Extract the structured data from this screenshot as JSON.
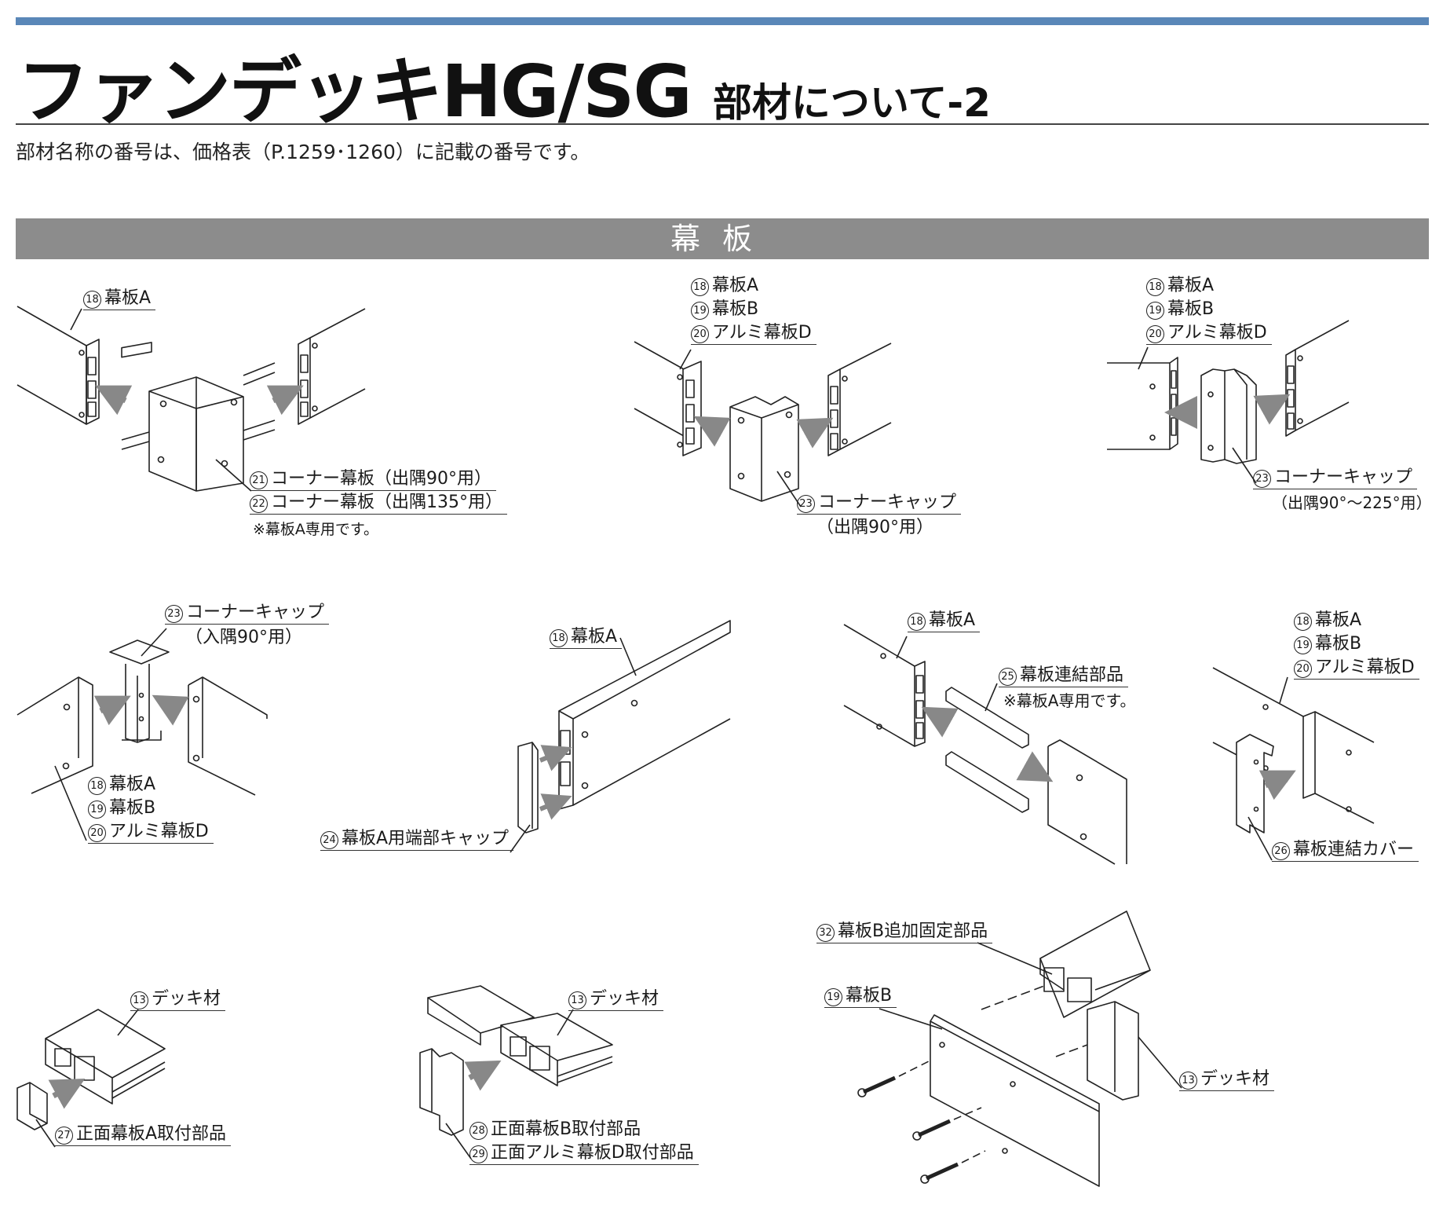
{
  "header": {
    "title_main": "ファンデッキHG/SG",
    "title_sub": "部材について-2",
    "note": "部材名称の番号は、価格表（P.1259･1260）に記載の番号です。",
    "section": "幕板"
  },
  "labels": [
    {
      "id": "l1",
      "num": "18",
      "text": "幕板A"
    },
    {
      "id": "l2",
      "num": "21",
      "text": "コーナー幕板（出隅90°用）"
    },
    {
      "id": "l3",
      "num": "22",
      "text": "コーナー幕板（出隅135°用）"
    },
    {
      "id": "l4",
      "num": "",
      "text": "※幕板A専用です。"
    },
    {
      "id": "l5",
      "num": "18",
      "text": "幕板A"
    },
    {
      "id": "l6",
      "num": "19",
      "text": "幕板B"
    },
    {
      "id": "l7",
      "num": "20",
      "text": "アルミ幕板D"
    },
    {
      "id": "l8",
      "num": "23",
      "text": "コーナーキャップ"
    },
    {
      "id": "l9",
      "num": "",
      "text": "（出隅90°用）"
    },
    {
      "id": "l10",
      "num": "18",
      "text": "幕板A"
    },
    {
      "id": "l11",
      "num": "19",
      "text": "幕板B"
    },
    {
      "id": "l12",
      "num": "20",
      "text": "アルミ幕板D"
    },
    {
      "id": "l13",
      "num": "23",
      "text": "コーナーキャップ"
    },
    {
      "id": "l14",
      "num": "",
      "text": "（出隅90°～225°用）"
    },
    {
      "id": "l15",
      "num": "23",
      "text": "コーナーキャップ"
    },
    {
      "id": "l16",
      "num": "",
      "text": "（入隅90°用）"
    },
    {
      "id": "l17",
      "num": "18",
      "text": "幕板A"
    },
    {
      "id": "l18",
      "num": "19",
      "text": "幕板B"
    },
    {
      "id": "l19",
      "num": "20",
      "text": "アルミ幕板D"
    },
    {
      "id": "l20",
      "num": "18",
      "text": "幕板A"
    },
    {
      "id": "l21",
      "num": "24",
      "text": "幕板A用端部キャップ"
    },
    {
      "id": "l22",
      "num": "18",
      "text": "幕板A"
    },
    {
      "id": "l23",
      "num": "25",
      "text": "幕板連結部品"
    },
    {
      "id": "l24",
      "num": "",
      "text": "※幕板A専用です。"
    },
    {
      "id": "l25",
      "num": "18",
      "text": "幕板A"
    },
    {
      "id": "l26",
      "num": "19",
      "text": "幕板B"
    },
    {
      "id": "l27",
      "num": "20",
      "text": "アルミ幕板D"
    },
    {
      "id": "l28",
      "num": "26",
      "text": "幕板連結カバー"
    },
    {
      "id": "l29",
      "num": "13",
      "text": "デッキ材"
    },
    {
      "id": "l30",
      "num": "27",
      "text": "正面幕板A取付部品"
    },
    {
      "id": "l31",
      "num": "13",
      "text": "デッキ材"
    },
    {
      "id": "l32",
      "num": "28",
      "text": "正面幕板B取付部品"
    },
    {
      "id": "l33",
      "num": "29",
      "text": "正面アルミ幕板D取付部品"
    },
    {
      "id": "l34",
      "num": "32",
      "text": "幕板B追加固定部品"
    },
    {
      "id": "l35",
      "num": "19",
      "text": "幕板B"
    },
    {
      "id": "l36",
      "num": "13",
      "text": "デッキ材"
    }
  ],
  "colors": {
    "topbar": "#5a87b8",
    "section_bg": "#8c8c8c",
    "arrow": "#888888"
  }
}
